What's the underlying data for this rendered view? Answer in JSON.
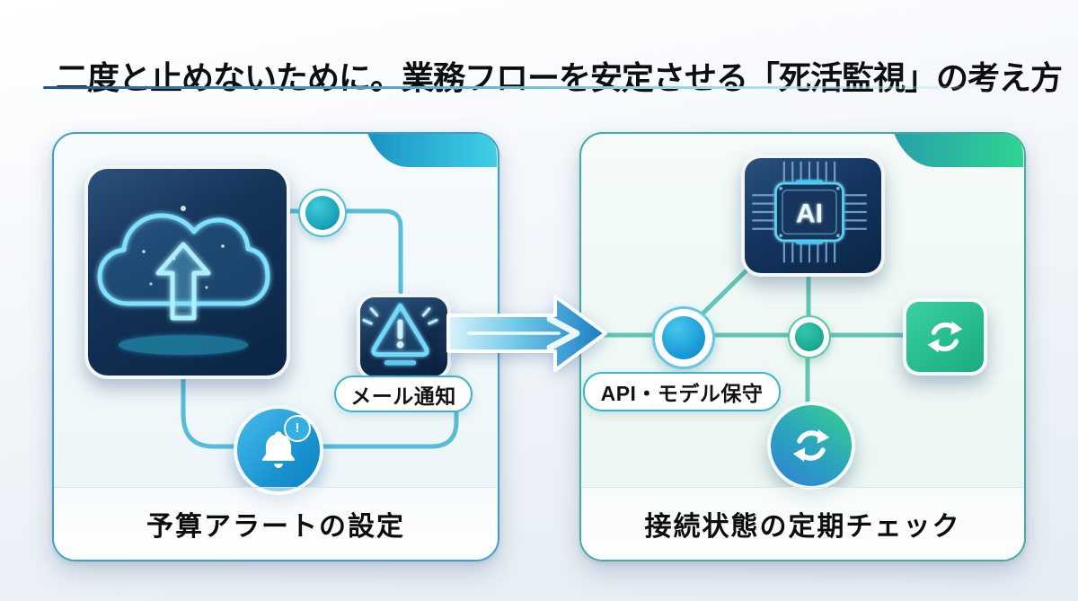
{
  "title": "二度と止めないために。業務フローを安定させる「死活監視」の考え方",
  "panels": {
    "left": {
      "caption": "予算アラートの設定",
      "pill_label": "メール通知",
      "badge": "!"
    },
    "right": {
      "caption": "接続状態の定期チェック",
      "pill_label": "API・モデル保守",
      "chip_label": "AI"
    }
  },
  "colors": {
    "left_border": "#3f9fc8",
    "right_border": "#44aaa4",
    "left_accent_start": "#1b93c4",
    "left_accent_end": "#3ecfe6",
    "right_accent_start": "#28a0aa",
    "right_accent_end": "#2ed492",
    "arrow_tail": "#cdeef8",
    "arrow_tip": "#1a7cc2",
    "left_line": "#46b6d6",
    "right_line": "#54c0ae",
    "title_rule_start": "#1c5a86"
  }
}
